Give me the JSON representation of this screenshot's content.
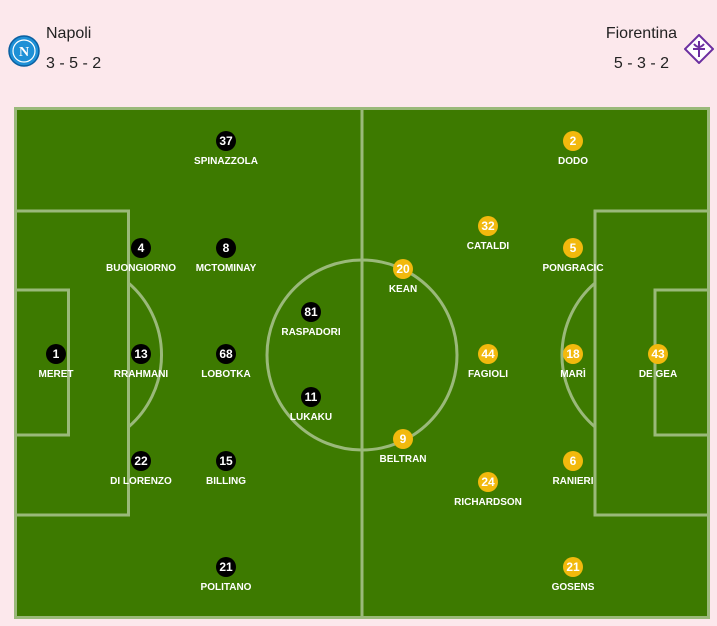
{
  "home": {
    "name": "Napoli",
    "formation": "3 - 5 - 2",
    "logo_icon": "napoli-crest-icon",
    "color": "#000000",
    "players": [
      {
        "number": "37",
        "name": "SPINAZZOLA"
      },
      {
        "number": "4",
        "name": "BUONGIORNO"
      },
      {
        "number": "8",
        "name": "MCTOMINAY"
      },
      {
        "number": "81",
        "name": "RASPADORI"
      },
      {
        "number": "1",
        "name": "MERET"
      },
      {
        "number": "13",
        "name": "RRAHMANI"
      },
      {
        "number": "68",
        "name": "LOBOTKA"
      },
      {
        "number": "11",
        "name": "LUKAKU"
      },
      {
        "number": "22",
        "name": "DI LORENZO"
      },
      {
        "number": "15",
        "name": "BILLING"
      },
      {
        "number": "21",
        "name": "POLITANO"
      }
    ]
  },
  "away": {
    "name": "Fiorentina",
    "formation": "5 - 3 - 2",
    "logo_icon": "fiorentina-crest-icon",
    "color": "#f2b90d",
    "players": [
      {
        "number": "2",
        "name": "DODO"
      },
      {
        "number": "32",
        "name": "CATALDI"
      },
      {
        "number": "5",
        "name": "PONGRACIC"
      },
      {
        "number": "20",
        "name": "KEAN"
      },
      {
        "number": "44",
        "name": "FAGIOLI"
      },
      {
        "number": "18",
        "name": "MARÌ"
      },
      {
        "number": "43",
        "name": "DE GEA"
      },
      {
        "number": "9",
        "name": "BELTRAN"
      },
      {
        "number": "6",
        "name": "RANIERI"
      },
      {
        "number": "24",
        "name": "RICHARDSON"
      },
      {
        "number": "21",
        "name": "GOSENS"
      }
    ]
  },
  "pitch_color": "#3d7a00"
}
